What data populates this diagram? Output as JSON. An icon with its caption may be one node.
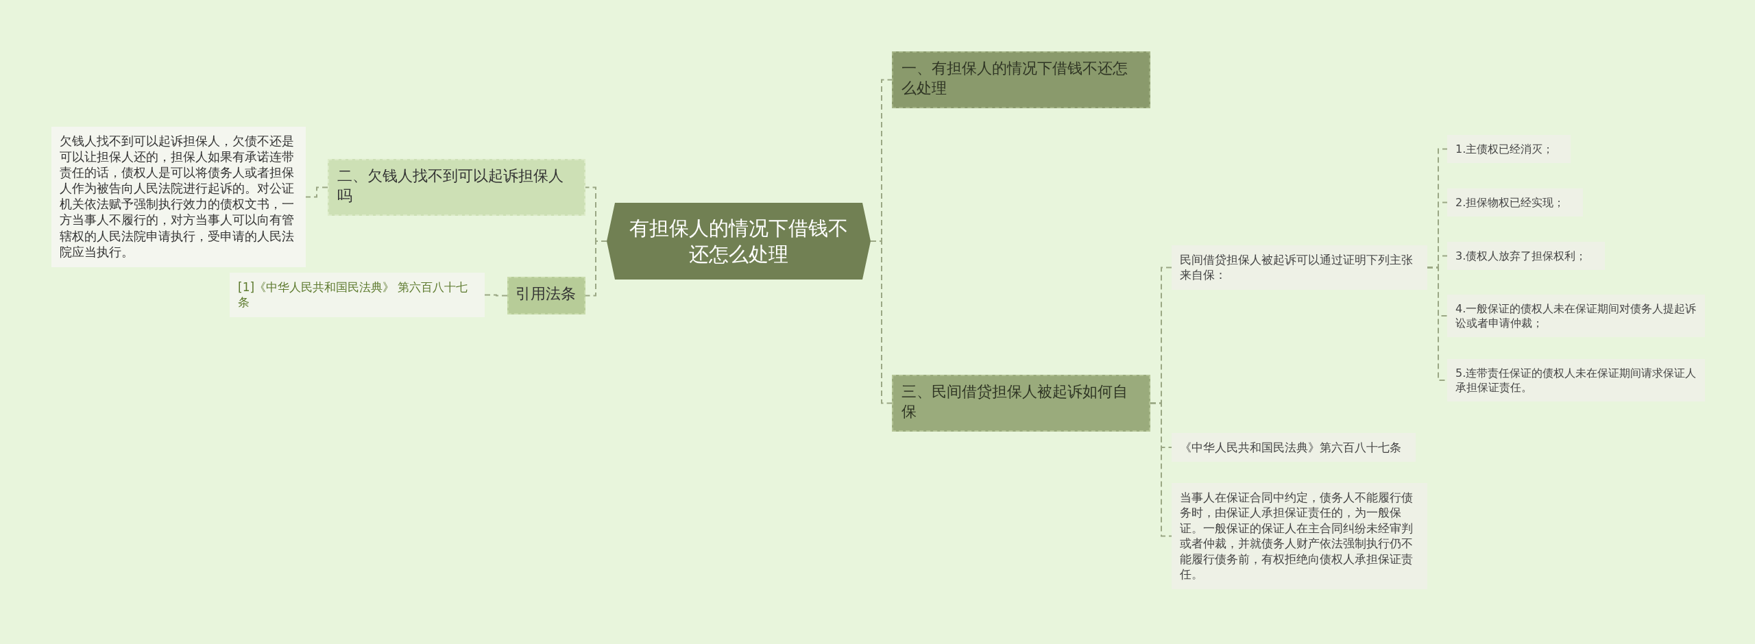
{
  "diagram": {
    "nodes": [
      {
        "text": [
          "有担保人的情况下借钱不还怎么处理"
        ]
      },
      {
        "text": [
          "一、有担保人的情况下借钱不还怎么处理"
        ]
      },
      {
        "text": [
          "三、民间借贷担保人被起诉如何自保"
        ]
      },
      {
        "text": [
          "民间借贷担保人被起诉可以通过证明下列主张来自保："
        ]
      },
      {
        "text": [
          "1.主债权已经消灭；"
        ]
      },
      {
        "text": [
          "2.担保物权已经实现；"
        ]
      },
      {
        "text": [
          "3.债权人放弃了担保权利；"
        ]
      },
      {
        "text": [
          "4.一般保证的债权人未在保证期间对债务人提起诉讼或者申请仲裁；"
        ]
      },
      {
        "text": [
          "5.连带责任保证的债权人未在保证期间请求保证人承担保证责任。"
        ]
      },
      {
        "text": [
          "《中华人民共和国民法典》第六百八十七条"
        ]
      },
      {
        "text": [
          "当事人在保证合同中约定，债务人不能履行债务时，由保证人承担保证责任的，为一般保证。一般保证的保证人在主合同纠纷未经审判或者仲裁，并就债务人财产依法强制执行仍不能履行债务前，有权拒绝向债权人承担保证责任。"
        ]
      },
      {
        "text": [
          "二、欠钱人找不到可以起诉担保人吗"
        ]
      },
      {
        "text": [
          "欠钱人找不到可以起诉担保人，欠债不还是可以让担保人还的，担保人如果有承诺连带责任的话，债权人是可以将债务人或者担保人作为被告向人民法院进行起诉的。对公证机关依法赋予强制执行效力的债权文书，一方当事人不履行的，对方当事人可以向有管辖权的人民法院申请执行，受申请的人民法院应当执行。"
        ]
      },
      {
        "text": [
          "引用法条"
        ]
      },
      {
        "text": [
          "[1]《中华人民共和国民法典》 第六百八十七条"
        ]
      }
    ],
    "edges": [
      {
        "from": 0,
        "to": 1,
        "arrow": "none"
      },
      {
        "from": 0,
        "to": 2,
        "arrow": "none"
      },
      {
        "from": 2,
        "to": 3,
        "arrow": "none"
      },
      {
        "from": 3,
        "to": 4,
        "arrow": "none"
      },
      {
        "from": 3,
        "to": 5,
        "arrow": "none"
      },
      {
        "from": 3,
        "to": 6,
        "arrow": "none"
      },
      {
        "from": 3,
        "to": 7,
        "arrow": "none"
      },
      {
        "from": 3,
        "to": 8,
        "arrow": "none"
      },
      {
        "from": 2,
        "to": 9,
        "arrow": "none"
      },
      {
        "from": 2,
        "to": 10,
        "arrow": "none"
      },
      {
        "from": 0,
        "to": 11,
        "arrow": "none"
      },
      {
        "from": 11,
        "to": 12,
        "arrow": "none"
      },
      {
        "from": 0,
        "to": 13,
        "arrow": "none"
      },
      {
        "from": 13,
        "to": 14,
        "arrow": "none"
      }
    ]
  }
}
